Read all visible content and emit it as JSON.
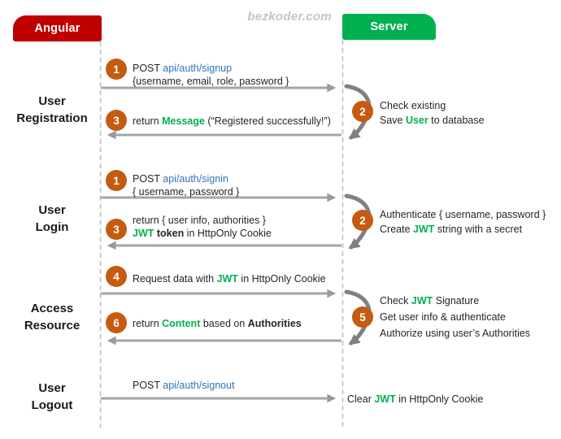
{
  "watermark": "bezkoder.com",
  "actors": {
    "client": "Angular",
    "server": "Server"
  },
  "section_labels": {
    "registration": {
      "line1": "User",
      "line2": "Registration"
    },
    "login": {
      "line1": "User",
      "line2": "Login"
    },
    "access": {
      "line1": "Access",
      "line2": "Resource"
    },
    "logout": {
      "line1": "User",
      "line2": "Logout"
    }
  },
  "registration": {
    "request": {
      "badge": "1",
      "method": "POST ",
      "endpoint": "api/auth/signup",
      "payload": "{username, email, role, password }"
    },
    "server": {
      "badge": "2",
      "line1": "Check existing",
      "line2_pre": "Save ",
      "line2_hl": "User",
      "line2_post": " to database"
    },
    "response": {
      "badge": "3",
      "pre": "return ",
      "hl": "Message",
      "post": " (“Registered successfully!”)"
    }
  },
  "login": {
    "request": {
      "badge": "1",
      "method": "POST ",
      "endpoint": "api/auth/signin",
      "payload": "{ username, password }"
    },
    "server": {
      "badge": "2",
      "line1": "Authenticate { username, password }",
      "line2_pre": "Create ",
      "line2_hl": "JWT",
      "line2_post": " string with a secret"
    },
    "response": {
      "badge": "3",
      "line1": "return { user info, authorities }",
      "line2_hl": "JWT",
      "line2_bold": " token",
      "line2_post": " in HttpOnly Cookie"
    }
  },
  "access": {
    "request": {
      "badge": "4",
      "pre": "Request data with ",
      "hl": "JWT",
      "post": " in HttpOnly Cookie"
    },
    "server": {
      "badge": "5",
      "line1_pre": "Check ",
      "line1_hl": "JWT",
      "line1_post": " Signature",
      "line2": "Get user info & authenticate",
      "line3": "Authorize using user’s Authorities"
    },
    "response": {
      "badge": "6",
      "pre": "return ",
      "hl": "Content",
      "mid": " based on ",
      "bold": "Authorities"
    }
  },
  "logout": {
    "request": {
      "method": "POST ",
      "endpoint": "api/auth/signout"
    },
    "server": {
      "pre": "Clear ",
      "hl": "JWT",
      "post": " in HttpOnly Cookie"
    }
  },
  "colors": {
    "client_box": "#c00000",
    "server_box": "#00b050",
    "badge": "#c55a11",
    "highlight_green": "#00b050",
    "link_blue": "#2e75b6",
    "arrow": "#a6a6a6",
    "loop_arrow": "#808080",
    "lifeline": "#bfbfbf"
  }
}
